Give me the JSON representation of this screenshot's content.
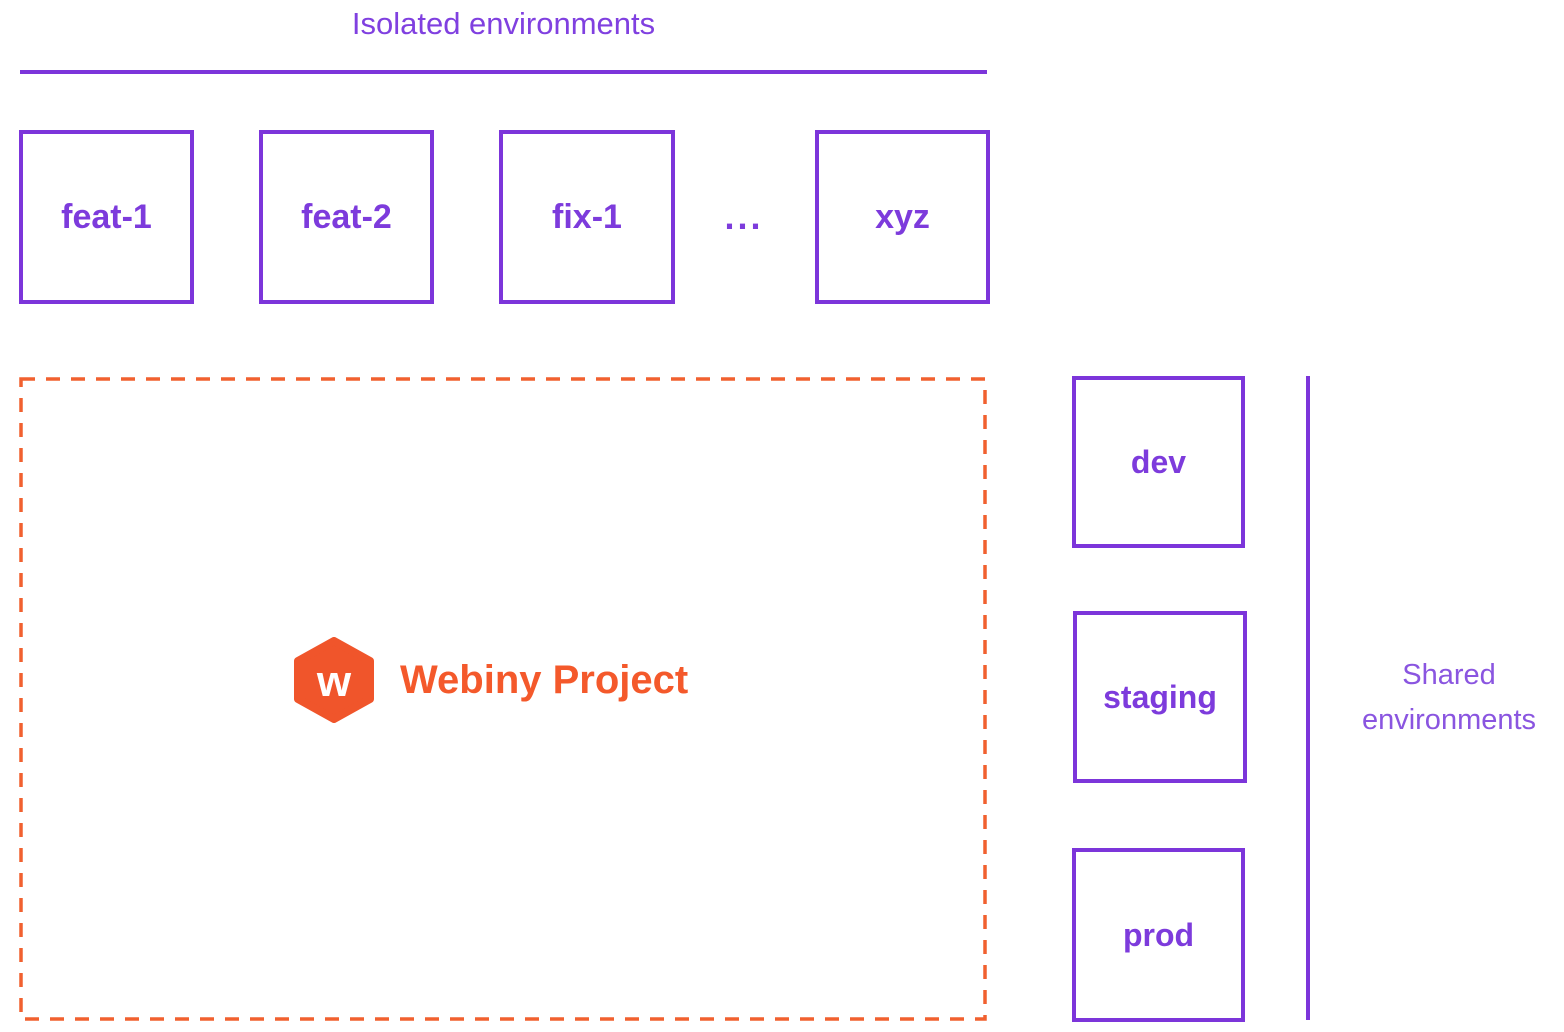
{
  "diagram": {
    "isolated": {
      "title": "Isolated environments",
      "boxes": [
        "feat-1",
        "feat-2",
        "fix-1",
        "xyz"
      ],
      "ellipsis": "..."
    },
    "project": {
      "label": "Webiny Project",
      "logo_letter": "w"
    },
    "shared": {
      "title": "Shared environments",
      "boxes": [
        "dev",
        "staging",
        "prod"
      ]
    },
    "colors": {
      "purple_stroke": "#7c35da",
      "purple_text": "#7d3bdc",
      "purple_title": "#8040e0",
      "orange_dash": "#f1602f",
      "orange_logo": "#f0552b",
      "orange_text": "#f4592b"
    }
  }
}
